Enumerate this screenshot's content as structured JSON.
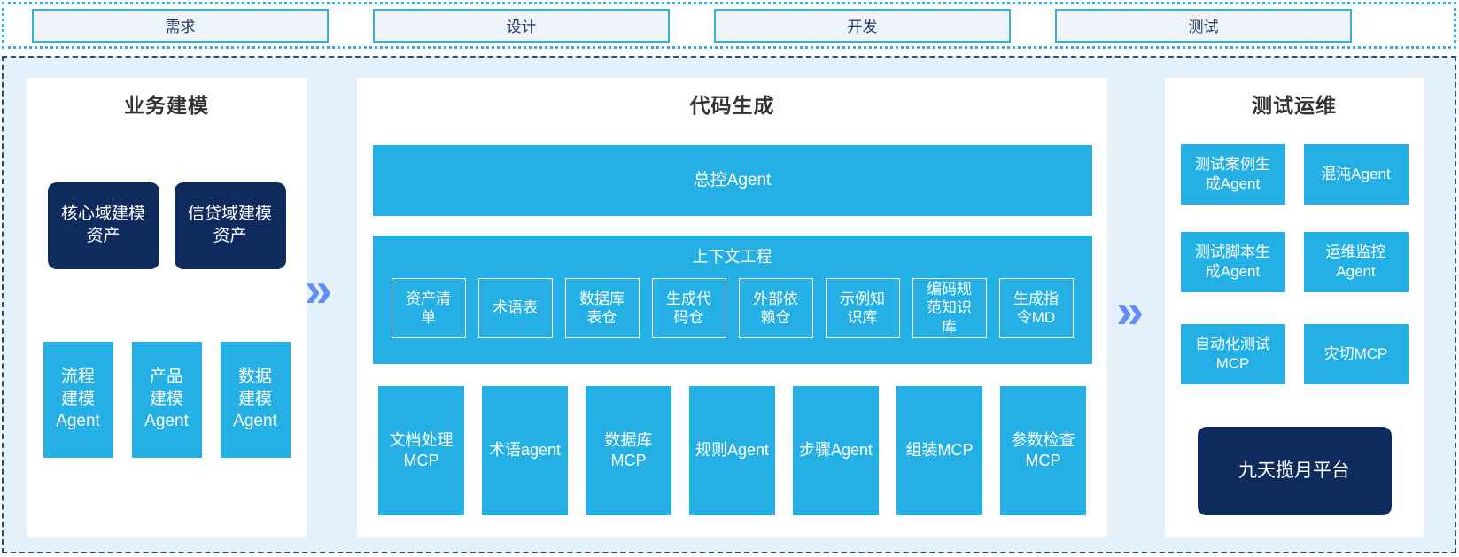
{
  "phases": [
    "需求",
    "设计",
    "开发",
    "测试"
  ],
  "arrow_glyph": "»",
  "business_modeling": {
    "title": "业务建模",
    "asset_boxes": [
      "核心域建模\n资产",
      "信贷域建模\n资产"
    ],
    "agent_boxes": [
      "流程\n建模\nAgent",
      "产品\n建模\nAgent",
      "数据\n建模\nAgent"
    ]
  },
  "code_generation": {
    "title": "代码生成",
    "master_agent": "总控Agent",
    "context_engineering": {
      "title": "上下文工程",
      "items": [
        "资产清\n单",
        "术语表",
        "数据库\n表仓",
        "生成代\n码仓",
        "外部依\n赖仓",
        "示例知\n识库",
        "编码规\n范知识\n库",
        "生成指\n令MD"
      ]
    },
    "tool_boxes": [
      "文档处理\nMCP",
      "术语agent",
      "数据库\nMCP",
      "规则Agent",
      "步骤Agent",
      "组装MCP",
      "参数检查\nMCP"
    ]
  },
  "test_ops": {
    "title": "测试运维",
    "boxes": [
      "测试案例生\n成Agent",
      "混沌Agent",
      "测试脚本生\n成Agent",
      "运维监控\nAgent",
      "自动化测试\nMCP",
      "灾切MCP"
    ],
    "platform": "九天揽月平台"
  },
  "colors": {
    "cyan": "#24b0e4",
    "navy": "#0f2b5e",
    "arrow_blue": "#618ef2",
    "canvas_bg": "#e4f1fa",
    "phase_box_bg": "#eef4f9",
    "phase_box_border": "#3aaed9",
    "phase_text": "#1f3864",
    "dotted_border": "#2ab2e2",
    "dashed_border": "#1d4f76",
    "title_text": "#333333"
  }
}
